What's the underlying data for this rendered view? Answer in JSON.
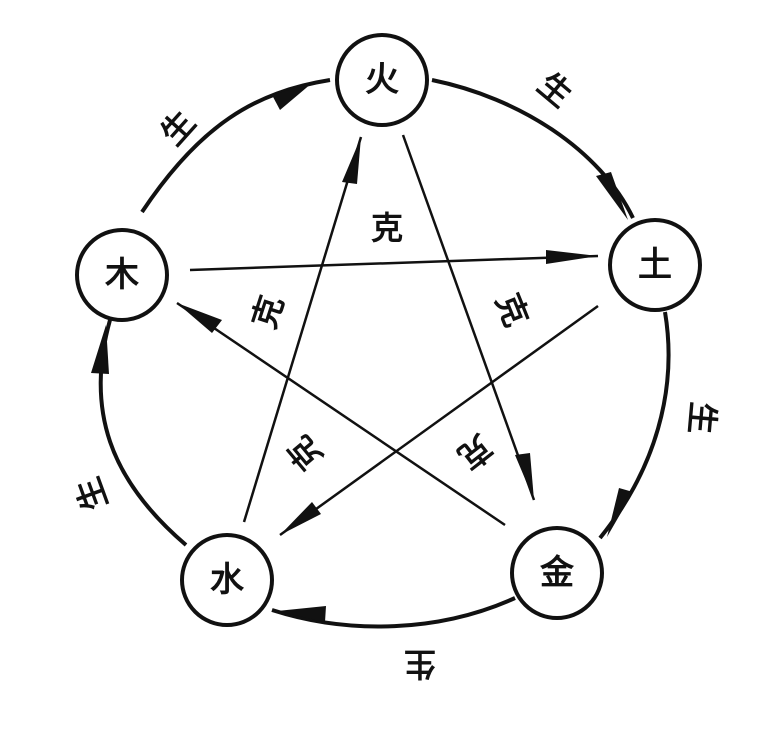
{
  "elements": {
    "fire": "火",
    "earth": "土",
    "metal": "金",
    "water": "水",
    "wood": "木"
  },
  "relations": {
    "generating": "生",
    "overcoming": "克"
  }
}
